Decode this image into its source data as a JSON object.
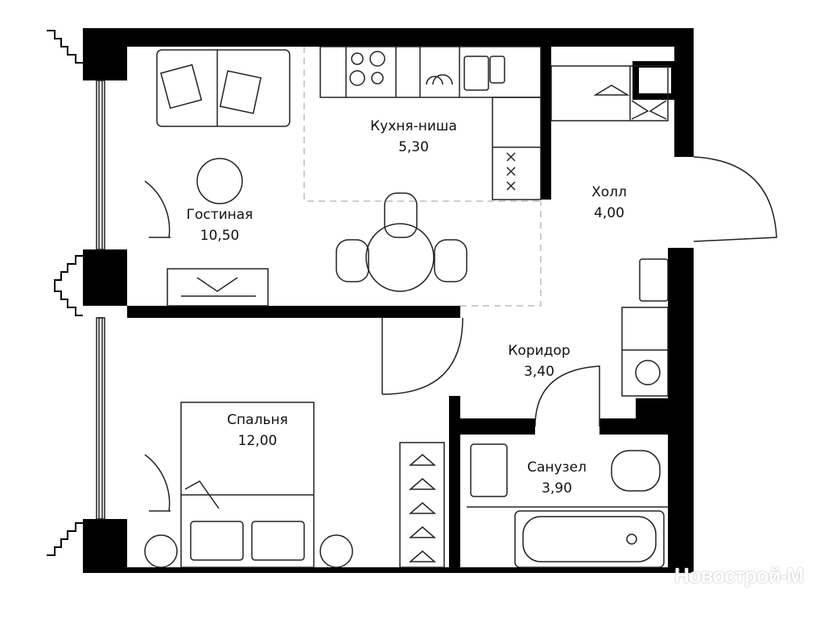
{
  "rooms": [
    {
      "name": "Гостиная",
      "area": "10,50"
    },
    {
      "name": "Кухня-ниша",
      "area": "5,30"
    },
    {
      "name": "Холл",
      "area": "4,00"
    },
    {
      "name": "Коридор",
      "area": "3,40"
    },
    {
      "name": "Спальня",
      "area": "12,00"
    },
    {
      "name": "Санузел",
      "area": "3,90"
    }
  ],
  "watermark": "Новострой-М",
  "colors": {
    "wall": "#000000",
    "line": "#222222",
    "dash": "#bbbbbb"
  }
}
